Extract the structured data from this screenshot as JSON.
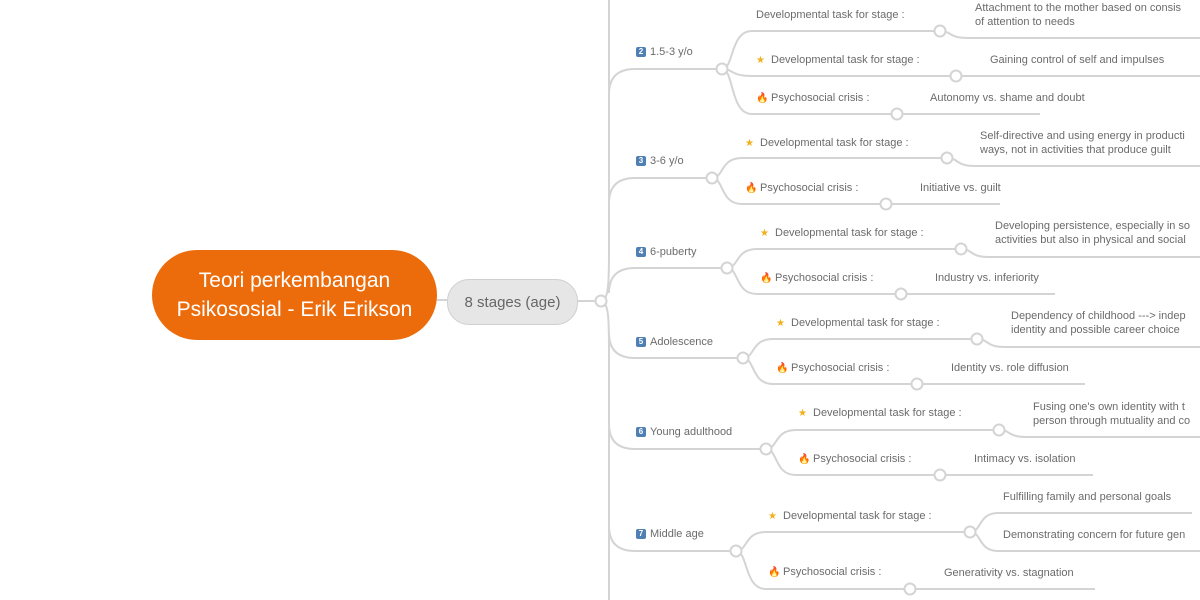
{
  "root": {
    "line1": "Teori perkembangan",
    "line2": "Psikososial - Erik Erikson"
  },
  "hub": {
    "label": "8 stages (age)"
  },
  "stages": [
    {
      "badge": "2",
      "label": "1.5-3 y/o",
      "items": [
        {
          "icon": "none",
          "label": "Developmental task for stage :",
          "values": [
            [
              "Attachment to the mother based on consis",
              "of attention to needs"
            ]
          ]
        },
        {
          "icon": "star-icon",
          "label": "Developmental task for stage :",
          "values": [
            [
              "Gaining control of self and impulses"
            ]
          ]
        },
        {
          "icon": "fire-icon",
          "label": "Psychosocial crisis :",
          "values": [
            [
              "Autonomy vs. shame and doubt"
            ]
          ]
        }
      ]
    },
    {
      "badge": "3",
      "label": "3-6 y/o",
      "items": [
        {
          "icon": "star-icon",
          "label": "Developmental task for stage :",
          "values": [
            [
              "Self-directive and using energy in producti",
              "ways, not in activities that produce guilt"
            ]
          ]
        },
        {
          "icon": "fire-icon",
          "label": "Psychosocial crisis :",
          "values": [
            [
              "Initiative vs. guilt"
            ]
          ]
        }
      ]
    },
    {
      "badge": "4",
      "label": "6-puberty",
      "items": [
        {
          "icon": "star-icon",
          "label": "Developmental task for stage :",
          "values": [
            [
              "Developing persistence, especially in so",
              "activities but also in physical and social"
            ]
          ]
        },
        {
          "icon": "fire-icon",
          "label": "Psychosocial crisis :",
          "values": [
            [
              "Industry vs. inferiority"
            ]
          ]
        }
      ]
    },
    {
      "badge": "5",
      "label": "Adolescence",
      "items": [
        {
          "icon": "star-icon",
          "label": "Developmental task for stage :",
          "values": [
            [
              "Dependency of childhood ---> indep",
              "identity and possible career choice"
            ]
          ]
        },
        {
          "icon": "fire-icon",
          "label": "Psychosocial crisis :",
          "values": [
            [
              "Identity vs. role diffusion"
            ]
          ]
        }
      ]
    },
    {
      "badge": "6",
      "label": "Young adulthood",
      "items": [
        {
          "icon": "star-icon",
          "label": "Developmental task for stage :",
          "values": [
            [
              "Fusing one's own identity with t",
              "person through mutuality and co"
            ]
          ]
        },
        {
          "icon": "fire-icon",
          "label": "Psychosocial crisis :",
          "values": [
            [
              "Intimacy vs. isolation"
            ]
          ]
        }
      ]
    },
    {
      "badge": "7",
      "label": "Middle age",
      "items": [
        {
          "icon": "star-icon",
          "label": "Developmental task for stage :",
          "values": [
            [
              "Fulfilling family and personal goals"
            ],
            [
              "Demonstrating concern for future gen"
            ]
          ]
        },
        {
          "icon": "fire-icon",
          "label": "Psychosocial crisis :",
          "values": [
            [
              "Generativity vs. stagnation"
            ]
          ]
        }
      ]
    }
  ],
  "colors": {
    "root": "#ec6c0c",
    "line": "#d4d4d4",
    "text": "#6b6b6b",
    "badge": "#4f7fb3"
  }
}
